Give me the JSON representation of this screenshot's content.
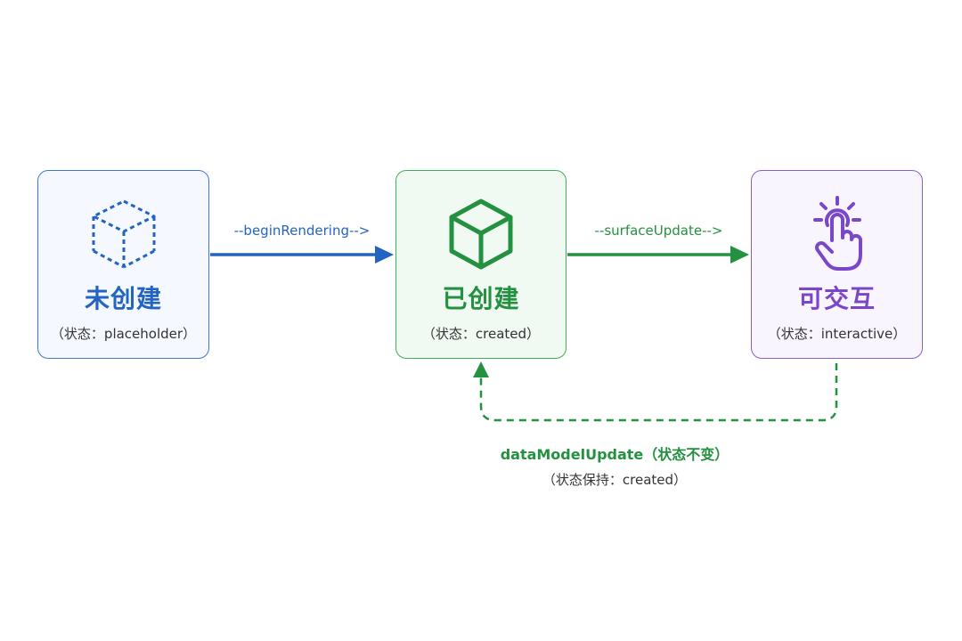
{
  "nodes": {
    "placeholder": {
      "title": "未创建",
      "state": "（状态：placeholder）",
      "icon": "dashed-cube-icon",
      "color": "#2464c1"
    },
    "created": {
      "title": "已创建",
      "state": "（状态：created）",
      "icon": "cube-icon",
      "color": "#249140"
    },
    "interactive": {
      "title": "可交互",
      "state": "（状态：interactive）",
      "icon": "tap-hand-icon",
      "color": "#7a47c9"
    }
  },
  "edges": {
    "begin_rendering": {
      "label": "--beginRendering-->",
      "from": "未创建",
      "to": "已创建",
      "style": "solid",
      "color": "#2464c1"
    },
    "surface_update": {
      "label": "--surfaceUpdate-->",
      "from": "已创建",
      "to": "可交互",
      "style": "solid",
      "color": "#249140"
    },
    "data_model_update": {
      "label": "dataModelUpdate（状态不变）",
      "sublabel": "（状态保持：created）",
      "from": "可交互",
      "to": "已创建",
      "style": "dashed",
      "color": "#249140"
    }
  }
}
